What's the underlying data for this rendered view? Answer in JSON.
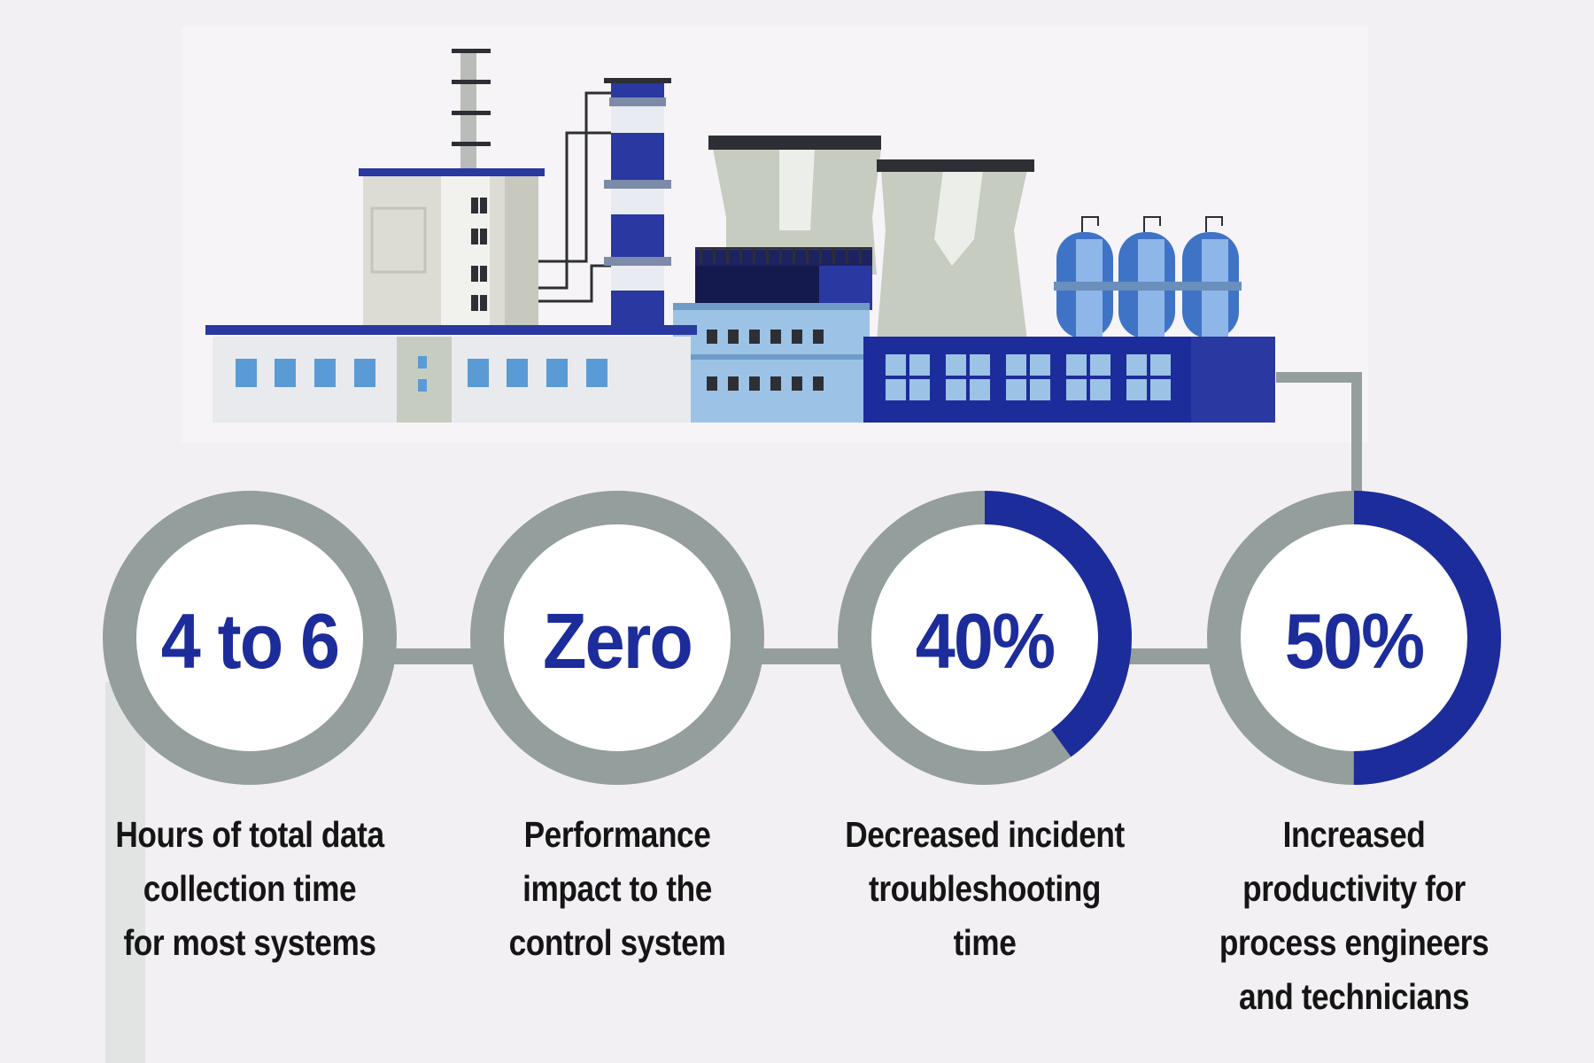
{
  "colors": {
    "background": "#f3f0f3",
    "ring_track": "#949e9c",
    "ring_progress": "#1d2c9b",
    "value_text": "#1d2c9b",
    "label_text": "#151515"
  },
  "illustration": {
    "icon": "factory-icon"
  },
  "stats": [
    {
      "value": "4 to 6",
      "progress": 0,
      "label_lines": [
        "Hours of total data",
        "collection time",
        "for most systems"
      ]
    },
    {
      "value": "Zero",
      "progress": 0,
      "label_lines": [
        "Performance",
        "impact to the",
        "control system"
      ]
    },
    {
      "value": "40%",
      "progress": 0.4,
      "label_lines": [
        "Decreased incident",
        "troubleshooting",
        "time"
      ]
    },
    {
      "value": "50%",
      "progress": 0.5,
      "label_lines": [
        "Increased",
        "productivity for",
        "process engineers",
        "and technicians"
      ]
    }
  ]
}
